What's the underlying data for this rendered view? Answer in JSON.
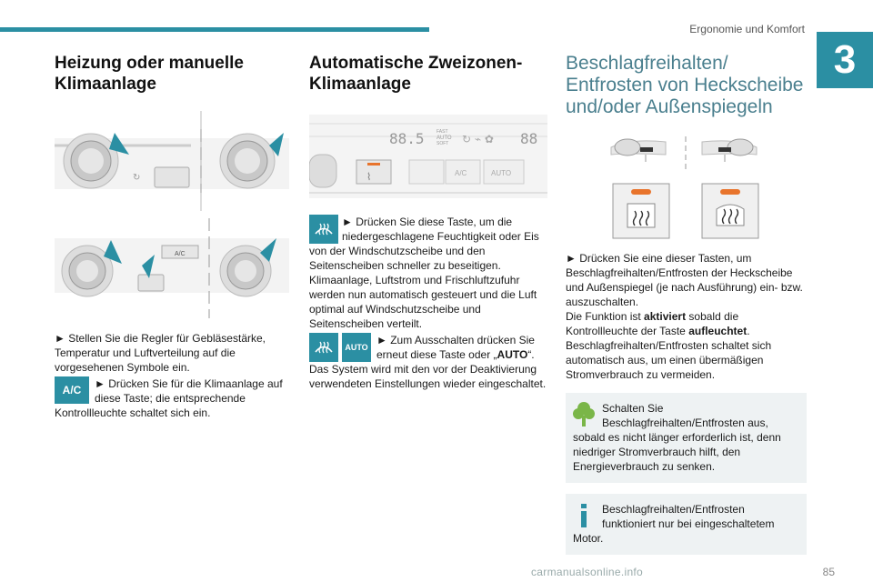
{
  "header": {
    "section_title": "Ergonomie und Komfort",
    "chapter_number": "3"
  },
  "col1": {
    "heading": "Heizung oder manuelle Klimaanlage",
    "step1": "► Stellen Sie die Regler für Gebläsestärke, Temperatur und Luftverteilung auf die vorgesehenen Symbole ein.",
    "ac_badge": "A/C",
    "step2": "► Drücken Sie für die Klimaanlage auf diese Taste; die entsprechende Kontrollleuchte schaltet sich ein.",
    "panel_ac_label": "A/C"
  },
  "col2": {
    "heading": "Automatische Zweizonen-Klimaanlage",
    "step1": "► Drücken Sie diese Taste, um die niedergeschlagene Feuchtigkeit oder Eis von der Windschutzscheibe und den Seitenscheiben schneller zu beseitigen.",
    "step1_text2": "Klimaanlage, Luftstrom und Frischluftzufuhr werden nun automatisch gesteuert und die Luft optimal auf Windschutzscheibe und Seitenscheiben verteilt.",
    "auto_badge": "AUTO",
    "step2_pre": "► Zum Ausschalten drücken Sie erneut diese Taste oder „",
    "step2_bold": "AUTO",
    "step2_post": "“.",
    "step2_text2": "Das System wird mit den vor der Deaktivierung verwendeten Einstellungen wieder eingeschaltet.",
    "panel": {
      "display_left": "88.5",
      "fast_label": "FAST",
      "auto_label": "AUTO",
      "soft_label": "SOFT",
      "display_right": "88",
      "ac_button": "A/C",
      "auto_button": "AUTO"
    }
  },
  "col3": {
    "heading": "Beschlagfreihalten/ Entfrosten von Heckscheibe und/oder Außenspiegeln",
    "step1": "► Drücken Sie eine dieser Tasten, um Beschlagfreihalten/Entfrosten der Heckscheibe und Außenspiegel (je nach Ausführung) ein- bzw. auszuschalten.",
    "status_pre": "Die Funktion ist ",
    "status_bold1": "aktiviert",
    "status_mid": " sobald die Kontrollleuchte der Taste ",
    "status_bold2": "aufleuchtet",
    "status_post": ".",
    "auto_off": "Beschlagfreihalten/Entfrosten schaltet sich automatisch aus, um einen übermäßigen Stromverbrauch zu vermeiden.",
    "eco_note": "Schalten Sie Beschlagfreihalten/Entfrosten aus, sobald es nicht länger erforderlich ist, denn niedriger Stromverbrauch hilft, den Energieverbrauch zu senken.",
    "info_note": "Beschlagfreihalten/Entfrosten funktioniert nur bei eingeschaltetem Motor."
  },
  "footer": {
    "page_number": "85",
    "watermark": "carmanualsonline.info"
  },
  "colors": {
    "accent": "#2b8fa3",
    "note_bg": "#eef2f3",
    "indicator_orange": "#e8742c",
    "eco_green": "#7ab648"
  }
}
